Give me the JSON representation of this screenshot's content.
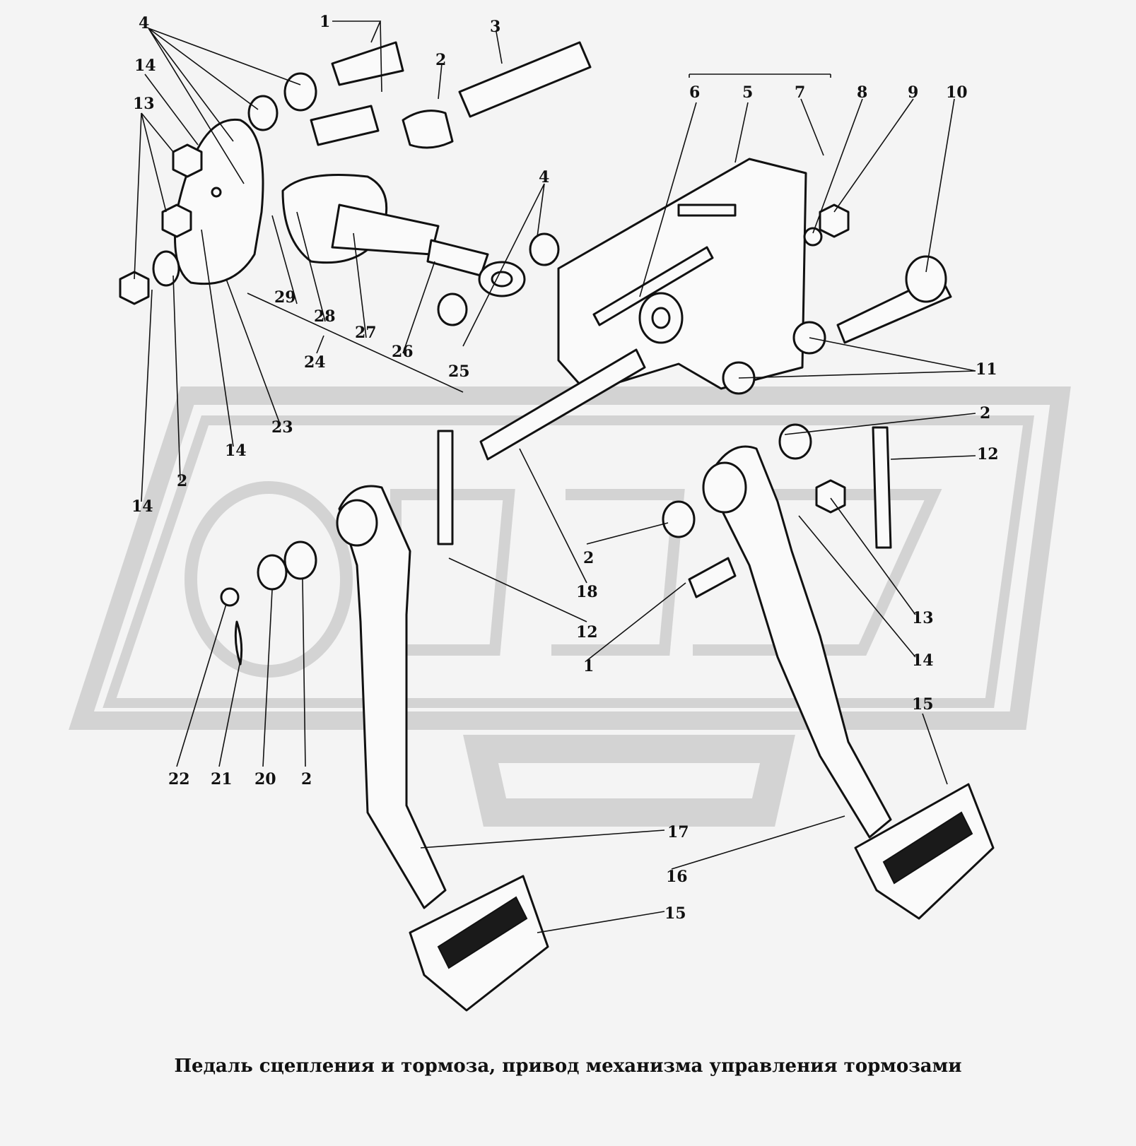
{
  "caption": "Педаль сцепления и тормоза, привод  механизма управления тормозами",
  "callouts": [
    "1",
    "2",
    "3",
    "4",
    "5",
    "6",
    "7",
    "8",
    "9",
    "10",
    "11",
    "12",
    "13",
    "14",
    "15",
    "16",
    "17",
    "18",
    "20",
    "21",
    "22",
    "23",
    "24",
    "25",
    "26",
    "27",
    "28",
    "29"
  ]
}
